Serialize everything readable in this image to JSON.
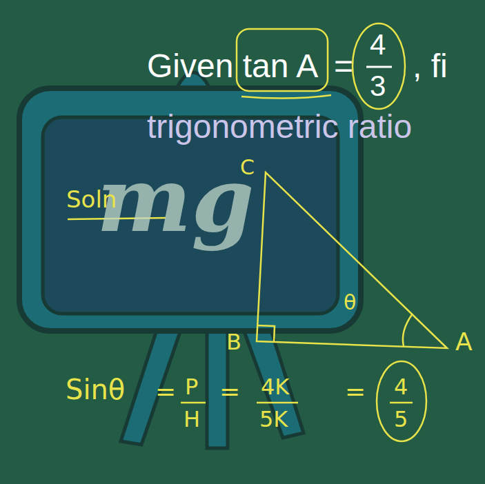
{
  "diagram": {
    "labels": [
      "Given tan A",
      "=",
      "4",
      "3",
      ", fi",
      "trigonometric ratio",
      "mg",
      "Soln",
      "C",
      "θ",
      "B",
      "A",
      "Sinθ",
      "=",
      "P",
      "H",
      "=",
      "4K",
      "5K",
      "=",
      "4",
      "5"
    ]
  }
}
